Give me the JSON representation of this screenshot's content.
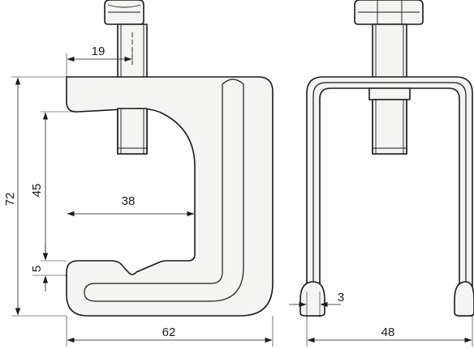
{
  "drawing": {
    "views": [
      "side-view",
      "front-view"
    ],
    "dimensions": {
      "thread_offset": "19",
      "overall_height": "72",
      "jaw_opening": "45",
      "throat_depth": "38",
      "jaw_gap": "5",
      "overall_width": "62",
      "sheet_thickness": "3",
      "front_width": "48"
    },
    "colors": {
      "line": "#1a1a1a",
      "fill": "#f4f4f2",
      "background": "#ffffff"
    }
  }
}
